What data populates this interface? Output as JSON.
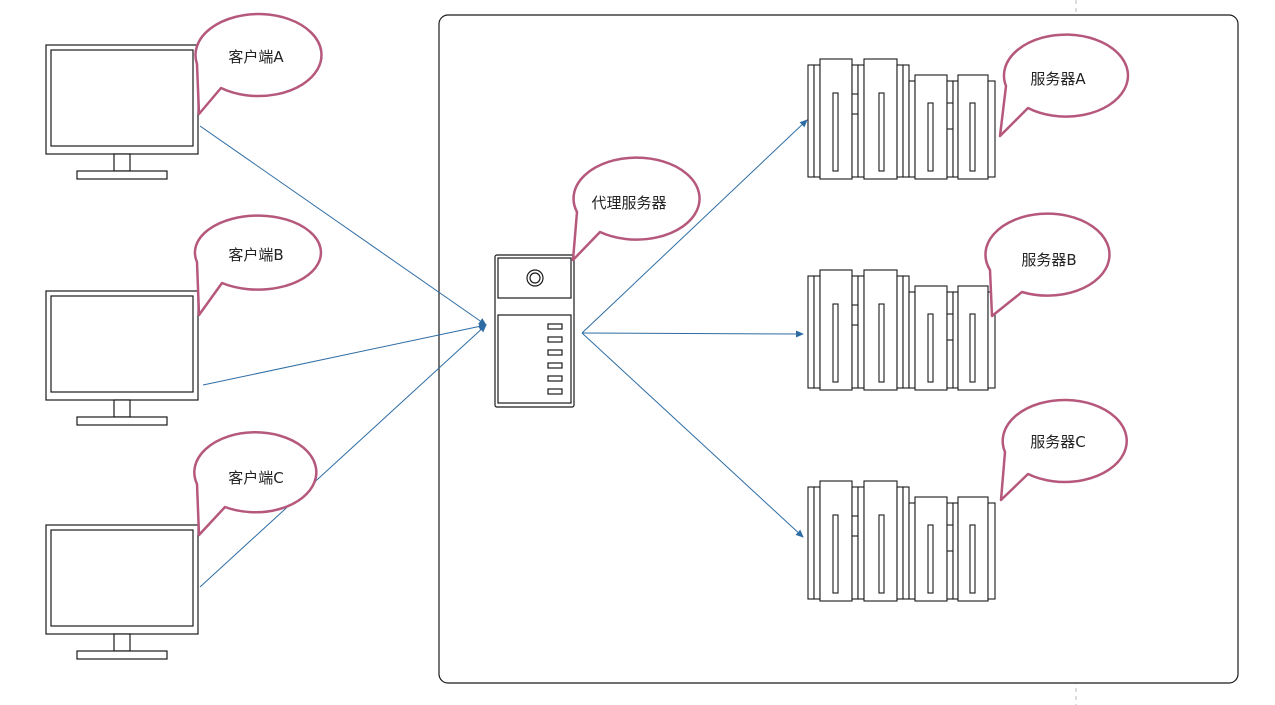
{
  "colors": {
    "bubble_stroke": "#b5587c",
    "arrow": "#2e6da4",
    "outline": "#1a1a1a",
    "divider": "#bbbbbb"
  },
  "icons": {
    "client": "monitor-icon",
    "proxy": "tower-server-icon",
    "server": "server-rack-icon"
  },
  "clients": [
    {
      "label": "客户端A"
    },
    {
      "label": "客户端B"
    },
    {
      "label": "客户端C"
    }
  ],
  "proxy": {
    "label": "代理服务器"
  },
  "servers": [
    {
      "label": "服务器A"
    },
    {
      "label": "服务器B"
    },
    {
      "label": "服务器C"
    }
  ]
}
